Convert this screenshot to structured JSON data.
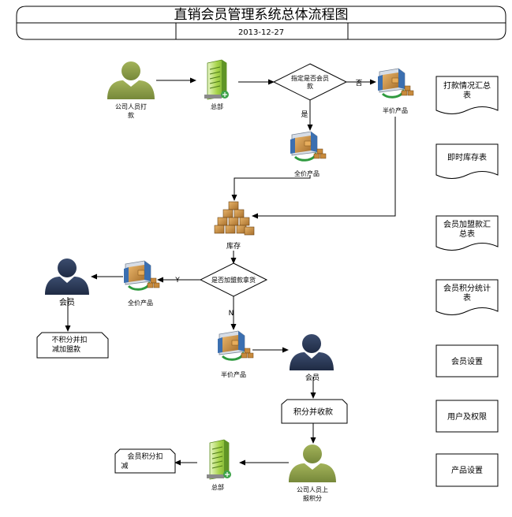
{
  "header": {
    "title": "直销会员管理系统总体流程图",
    "date": "2013-12-27"
  },
  "nodes": {
    "staff_pay": {
      "label_1": "公司人员打",
      "label_2": "款"
    },
    "hq_top": {
      "label": "总部"
    },
    "decision_member": {
      "label_1": "指定是否会员",
      "label_2": "款",
      "yes": "是",
      "no": "否"
    },
    "half_price_top": {
      "label": "半价产品"
    },
    "full_price_top": {
      "label": "全价产品"
    },
    "inventory": {
      "label": "库存"
    },
    "decision_fee": {
      "label": "是否加盟款拿货",
      "yes": "Y",
      "no": "N"
    },
    "full_price_left": {
      "label": "全价产品"
    },
    "member_left": {
      "label": "会员"
    },
    "no_points_doc": {
      "label_1": "不积分并扣",
      "label_2": "减加盟款"
    },
    "half_price_mid": {
      "label": "半价产品"
    },
    "member_mid": {
      "label": "会员"
    },
    "points_collect": {
      "label": "积分并收款"
    },
    "staff_report": {
      "label_1": "公司人员上",
      "label_2": "报积分"
    },
    "hq_bottom": {
      "label": "总部"
    },
    "points_deduct": {
      "label_1": "会员积分扣",
      "label_2": "减"
    }
  },
  "reports": [
    {
      "line_1": "打款情况汇总",
      "line_2": "表"
    },
    {
      "line_1": "即时库存表",
      "line_2": ""
    },
    {
      "line_1": "会员加盟款汇",
      "line_2": "总表"
    },
    {
      "line_1": "会员积分统计",
      "line_2": "表"
    }
  ],
  "settings": [
    {
      "label": "会员设置"
    },
    {
      "label": "用户及权限"
    },
    {
      "label": "产品设置"
    }
  ],
  "colors": {
    "person_green": "#8a9a46",
    "person_navy": "#2a3855",
    "server_green": "#9ccc44",
    "box_brown": "#c88a3c",
    "truck_blue": "#3b6fb0",
    "arrow_green": "#2f9a3f"
  }
}
